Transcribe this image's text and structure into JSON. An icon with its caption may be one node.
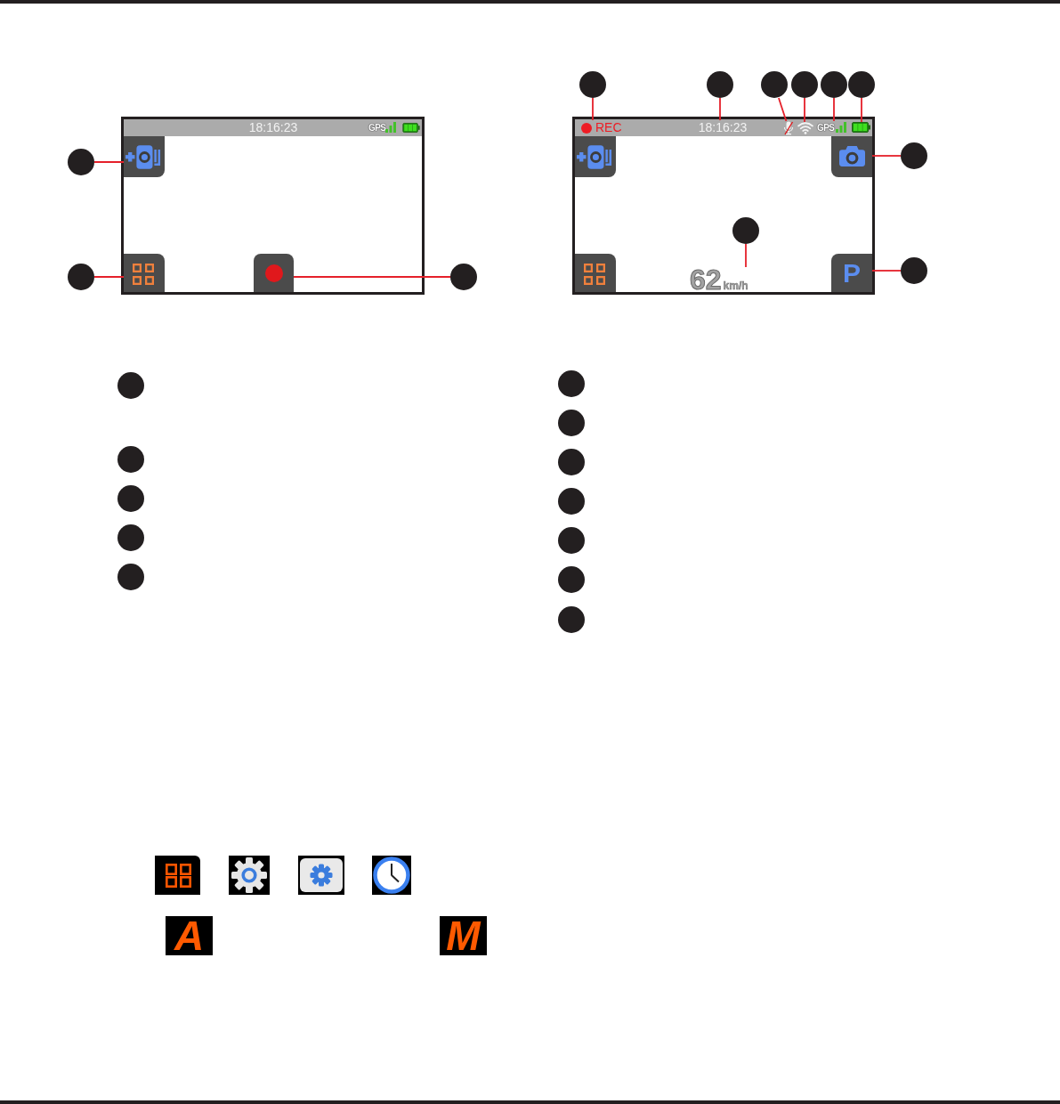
{
  "diagram": {
    "nodes": [
      {
        "text": [],
        "shape": "box"
      },
      {
        "text": [
          "18:16:23",
          "GPS"
        ],
        "in": 0
      },
      {
        "text": [],
        "shape": "picture",
        "in": 0
      },
      {
        "text": [],
        "shape": "picture",
        "in": 0
      },
      {
        "text": [],
        "shape": "picture",
        "in": 0
      },
      {
        "text": [],
        "shape": "circle"
      },
      {
        "text": [],
        "shape": "circle"
      },
      {
        "text": [],
        "shape": "circle"
      },
      {
        "text": [],
        "shape": "circle"
      },
      {
        "text": [],
        "shape": "circle"
      },
      {
        "text": [],
        "shape": "circle"
      },
      {
        "text": [],
        "shape": "circle"
      },
      {
        "text": [],
        "shape": "circle"
      },
      {
        "text": [],
        "shape": "circle"
      },
      {
        "text": [],
        "shape": "box"
      },
      {
        "text": [],
        "shape": "bar",
        "in": 14
      },
      {
        "text": [
          "REC"
        ],
        "in": 15
      },
      {
        "text": [
          "18:16:23"
        ],
        "in": 15
      },
      {
        "text": [],
        "shape": "picture",
        "in": 15
      },
      {
        "text": [],
        "shape": "picture",
        "in": 15
      },
      {
        "text": [
          "GPS"
        ],
        "in": 15
      },
      {
        "text": [],
        "shape": "picture",
        "in": 15
      },
      {
        "text": [],
        "shape": "picture",
        "in": 14
      },
      {
        "text": [],
        "shape": "picture",
        "in": 14
      },
      {
        "text": [],
        "shape": "circle"
      },
      {
        "text": [],
        "shape": "circle",
        "in": 14
      },
      {
        "text": [],
        "shape": "picture",
        "in": 14
      },
      {
        "text": [
          "62",
          "km/h"
        ],
        "in": 14
      },
      {
        "text": [
          "P"
        ],
        "in": 14
      },
      {
        "text": [],
        "shape": "circle"
      },
      {
        "text": [],
        "shape": "circle"
      },
      {
        "text": [],
        "shape": "circle"
      },
      {
        "text": [],
        "shape": "circle"
      },
      {
        "text": [],
        "shape": "circle"
      },
      {
        "text": [],
        "shape": "circle"
      },
      {
        "text": [],
        "shape": "circle"
      },
      {
        "text": [],
        "shape": "circle"
      },
      {
        "text": [],
        "shape": "circle"
      },
      {
        "text": [],
        "shape": "circle"
      },
      {
        "text": [],
        "shape": "circle"
      },
      {
        "text": [],
        "shape": "circle"
      },
      {
        "text": [],
        "shape": "circle"
      }
    ],
    "edges": [
      {
        "from": 5,
        "to": 2,
        "arrow": "none"
      },
      {
        "from": 6,
        "to": 3,
        "arrow": "none"
      },
      {
        "from": 7,
        "to": 4,
        "arrow": "none"
      },
      {
        "from": 8,
        "to": 16,
        "arrow": "none"
      },
      {
        "from": 9,
        "to": 17,
        "arrow": "none"
      },
      {
        "from": 10,
        "to": 18,
        "arrow": "none"
      },
      {
        "from": 11,
        "to": 19,
        "arrow": "none"
      },
      {
        "from": 12,
        "to": 20,
        "arrow": "none"
      },
      {
        "from": 13,
        "to": 21,
        "arrow": "none"
      },
      {
        "from": 24,
        "to": 23,
        "arrow": "none"
      },
      {
        "from": 25,
        "to": 27,
        "arrow": "none"
      },
      {
        "from": 29,
        "to": 28,
        "arrow": "none"
      }
    ],
    "labels": [
      "A",
      "M"
    ]
  }
}
